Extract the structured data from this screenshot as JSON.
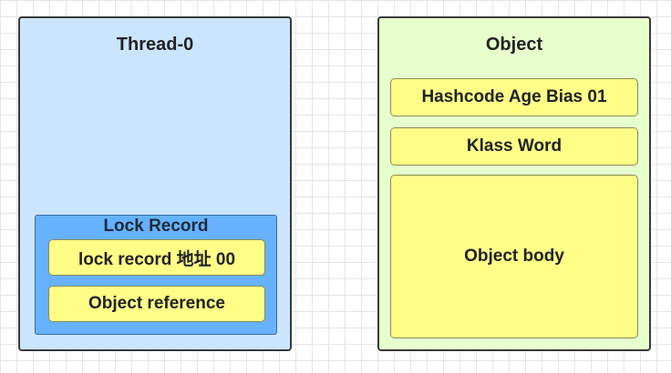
{
  "thread": {
    "title": "Thread-0",
    "lock_record": {
      "title": "Lock Record",
      "address_cell": "lock  record 地址 00",
      "reference_cell": "Object reference"
    }
  },
  "object": {
    "title": "Object",
    "mark_word_cell": "Hashcode Age Bias 01",
    "klass_word_cell": "Klass Word",
    "body_cell": "Object body"
  },
  "colors": {
    "thread_panel_bg": "#cce5ff",
    "lock_record_bg": "#66b2ff",
    "object_panel_bg": "#e6ffcc",
    "cell_bg": "#ffff88",
    "border": "#3a3a3a"
  }
}
